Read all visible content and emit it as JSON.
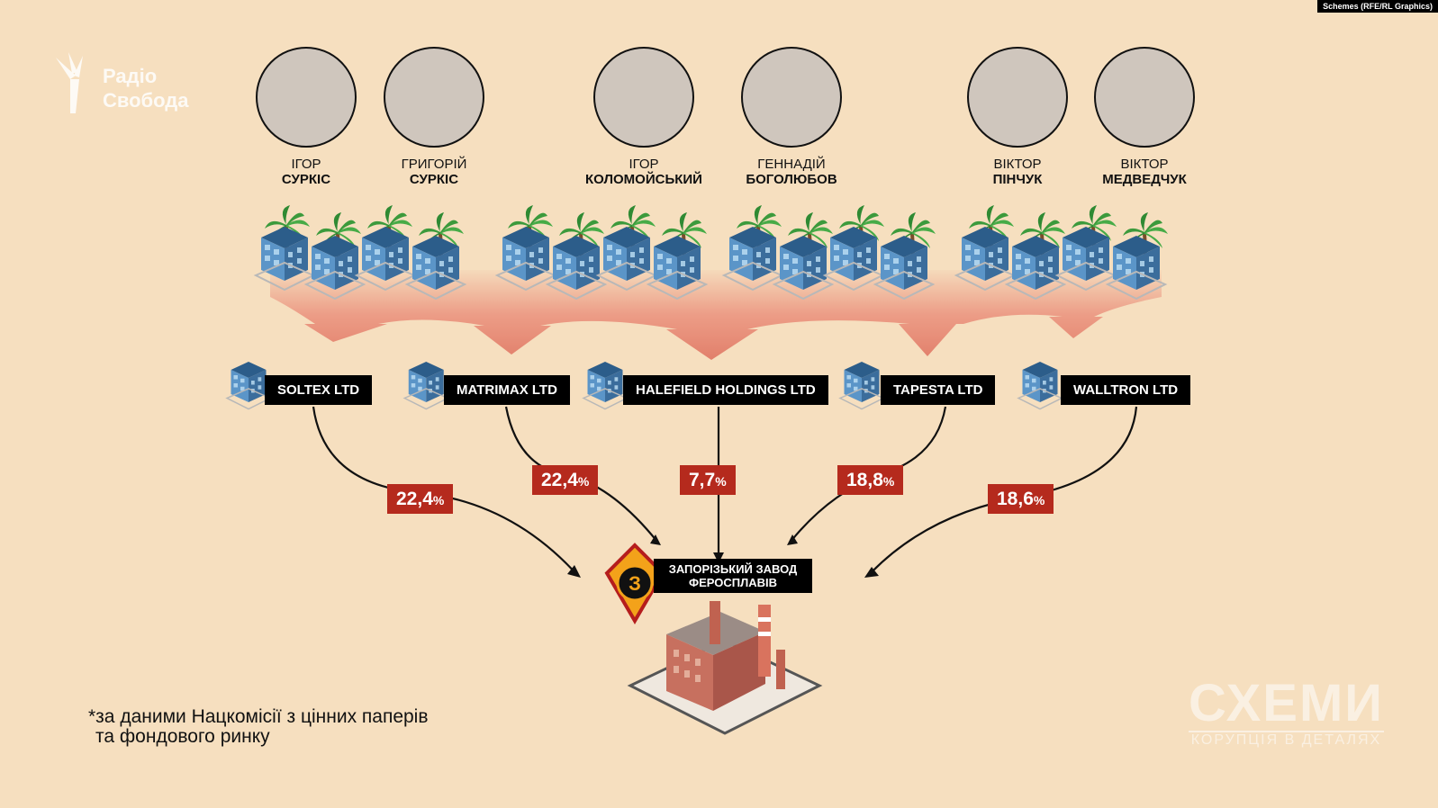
{
  "credit": "Schemes (RFE/RL Graphics)",
  "logo": {
    "line1": "Радіо",
    "line2": "Свобода"
  },
  "people": [
    {
      "first": "ІГОР",
      "last": "СУРКІС"
    },
    {
      "first": "ГРИГОРІЙ",
      "last": "СУРКІС"
    },
    {
      "first": "ІГОР",
      "last": "КОЛОМОЙСЬКИЙ"
    },
    {
      "first": "ГЕННАДІЙ",
      "last": "БОГОЛЮБОВ"
    },
    {
      "first": "ВІКТОР",
      "last": "ПІНЧУК"
    },
    {
      "first": "ВІКТОР",
      "last": "МЕДВЕДЧУК"
    }
  ],
  "companies": [
    "SOLTEX LTD",
    "MATRIMAX LTD",
    "HALEFIELD HOLDINGS LTD",
    "TAPESTA LTD",
    "WALLTRON LTD"
  ],
  "shares": [
    {
      "value": "22,4",
      "unit": "%"
    },
    {
      "value": "22,4",
      "unit": "%"
    },
    {
      "value": "7,7",
      "unit": "%"
    },
    {
      "value": "18,8",
      "unit": "%"
    },
    {
      "value": "18,6",
      "unit": "%"
    }
  ],
  "plant": {
    "line1": "ЗАПОРІЗЬКИЙ ЗАВОД",
    "line2": "ФЕРОСПЛАВІВ",
    "emblem": "З"
  },
  "footnote": {
    "line1": "*за даними Нацкомісії з цінних паперів",
    "line2": "та фондового ринку"
  },
  "brand": {
    "name": "СХЕМИ",
    "tagline": "КОРУПЦІЯ В ДЕТАЛЯХ"
  },
  "colors": {
    "background": "#f6dfbf",
    "share_box": "#b52a1d",
    "label_box": "#000000",
    "arrow_fill": "#e8806e",
    "building": "#4f86b8",
    "palm": "#3c9a3c"
  }
}
